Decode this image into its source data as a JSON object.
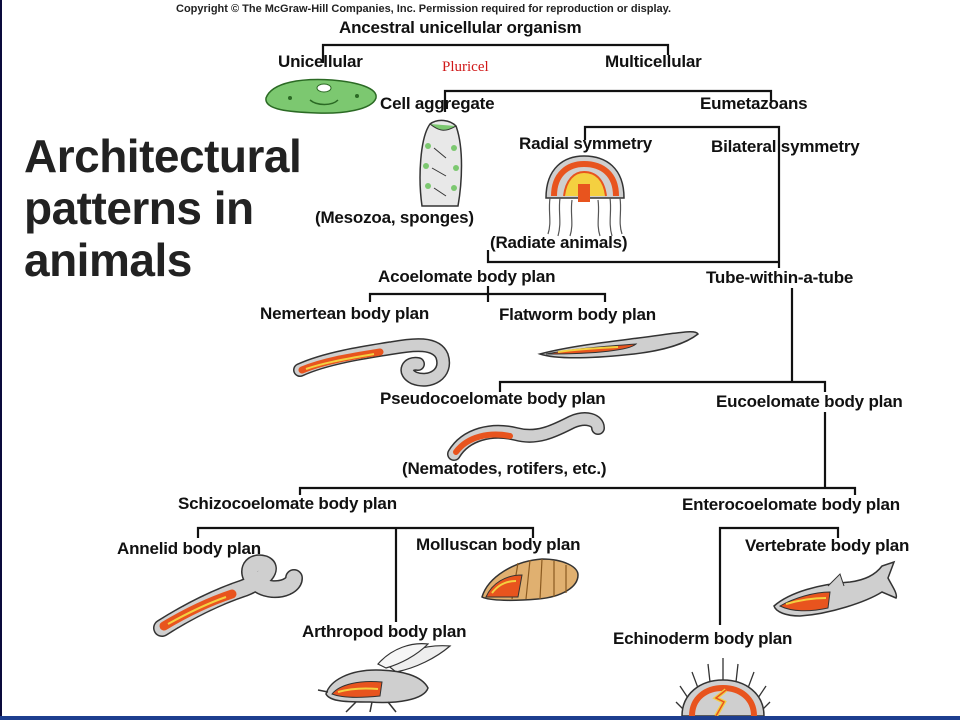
{
  "copyright": "Copyright © The McGraw-Hill Companies, Inc. Permission required for reproduction or display.",
  "title_lines": [
    "Architectural",
    "patterns in",
    "animals"
  ],
  "annotation": "Pluricel",
  "nodes": {
    "root": "Ancestral unicellular organism",
    "unicellular": "Unicellular",
    "multicellular": "Multicellular",
    "cell_aggregate": "Cell aggregate",
    "mesozoa": "(Mesozoa, sponges)",
    "eumetazoans": "Eumetazoans",
    "radial": "Radial symmetry",
    "radiate": "(Radiate animals)",
    "bilateral": "Bilateral symmetry",
    "acoelomate": "Acoelomate body plan",
    "tube": "Tube-within-a-tube",
    "nemertean": "Nemertean body plan",
    "flatworm": "Flatworm body plan",
    "pseudocoelomate": "Pseudocoelomate body plan",
    "nematodes": "(Nematodes, rotifers, etc.)",
    "eucoelomate": "Eucoelomate body plan",
    "schizocoelomate": "Schizocoelomate body plan",
    "enterocoelomate": "Enterocoelomate body plan",
    "annelid": "Annelid body plan",
    "molluscan": "Molluscan body plan",
    "arthropod": "Arthropod body plan",
    "vertebrate": "Vertebrate body plan",
    "echinoderm": "Echinoderm body plan"
  },
  "colors": {
    "body_gray": "#cfcfcf",
    "gut_orange": "#e8541e",
    "yolk_yellow": "#f4d040",
    "protist_green": "#7cc870",
    "line": "#111111"
  }
}
